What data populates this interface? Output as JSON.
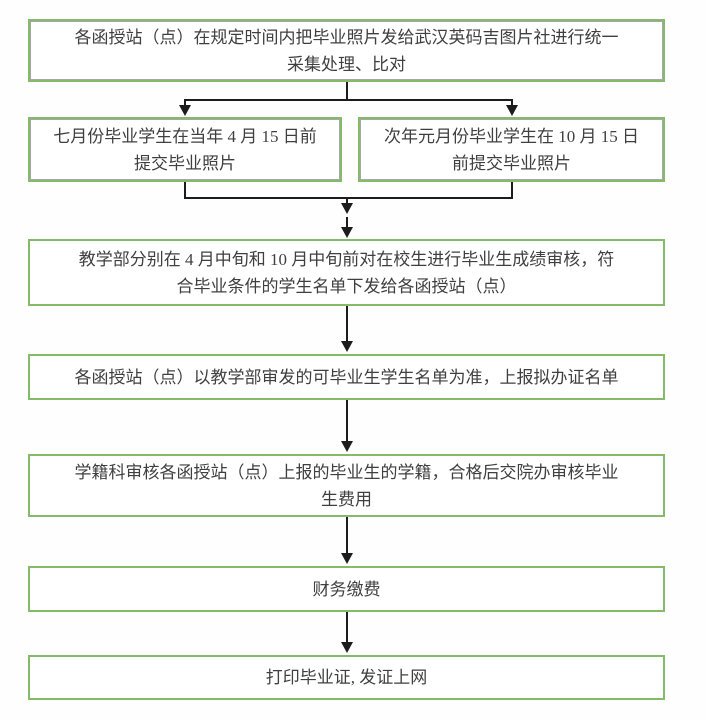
{
  "colors": {
    "box_border": "#84ba68",
    "connector": "#1c1c1c",
    "text": "#3f3f3f",
    "page_bg": "#fefefe"
  },
  "flowchart": {
    "type": "vertical-flowchart",
    "nodes": [
      {
        "id": "submit-photos-collect",
        "text": "各函授站（点）在规定时间内把毕业照片发给武汉英码吉图片社进行统一\n采集处理、比对"
      },
      {
        "id": "july-graduates",
        "text": "七月份毕业学生在当年 4 月 15 日前\n提交毕业照片"
      },
      {
        "id": "january-graduates",
        "text": "次年元月份毕业学生在 10 月 15 日\n前提交毕业照片"
      },
      {
        "id": "score-review",
        "text": "教学部分别在 4 月中旬和 10 月中旬前对在校生进行毕业生成绩审核，符\n合毕业条件的学生名单下发给各函授站（点）"
      },
      {
        "id": "report-certificate-list",
        "text": "各函授站（点）以教学部审发的可毕业生学生名单为准，上报拟办证名单"
      },
      {
        "id": "registry-review-fees",
        "text": "学籍科审核各函授站（点）上报的毕业生的学籍，合格后交院办审核毕业\n生费用"
      },
      {
        "id": "finance-payment",
        "text": "财务缴费"
      },
      {
        "id": "print-certificate",
        "text": "打印毕业证, 发证上网"
      }
    ],
    "edges": [
      {
        "from": "submit-photos-collect",
        "to": "july-graduates"
      },
      {
        "from": "submit-photos-collect",
        "to": "january-graduates"
      },
      {
        "from": "july-graduates",
        "to": "score-review"
      },
      {
        "from": "january-graduates",
        "to": "score-review"
      },
      {
        "from": "score-review",
        "to": "report-certificate-list"
      },
      {
        "from": "report-certificate-list",
        "to": "registry-review-fees"
      },
      {
        "from": "registry-review-fees",
        "to": "finance-payment"
      },
      {
        "from": "finance-payment",
        "to": "print-certificate"
      }
    ]
  }
}
